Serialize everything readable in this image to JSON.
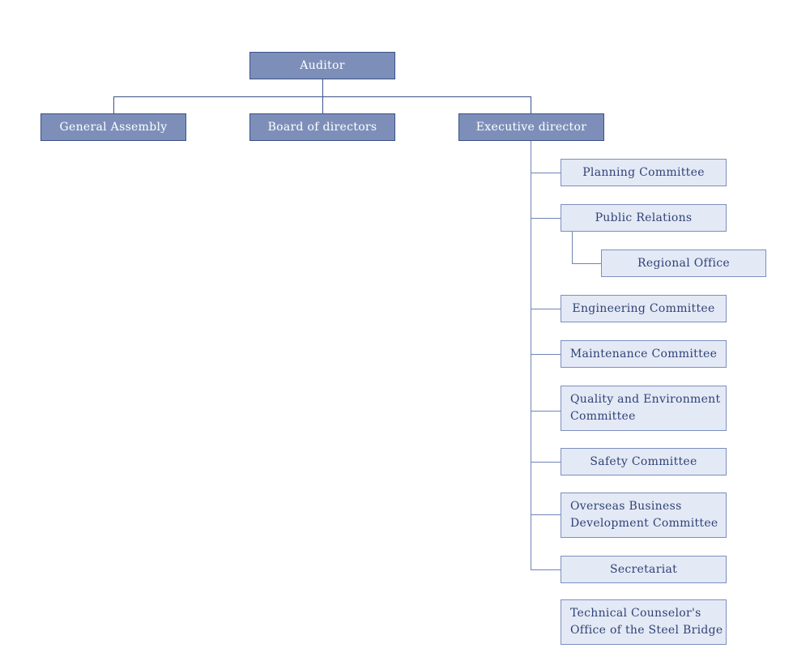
{
  "org_chart": {
    "auditor": "Auditor",
    "general_assembly": "General Assembly",
    "board_of_directors": "Board of directors",
    "executive_director": "Executive director",
    "departments": {
      "planning": "Planning Committee",
      "public_relations": "Public Relations",
      "regional_office": "Regional Office",
      "engineering": "Engineering Committee",
      "maintenance": "Maintenance Committee",
      "quality_environment": "Quality and Environment\nCommittee",
      "safety": "Safety Committee",
      "overseas": "Overseas Business\nDevelopment Committee",
      "secretariat": "Secretariat",
      "technical_counselor": "Technical Counselor's\nOffice of the Steel Bridge"
    }
  },
  "colors": {
    "top_box_fill": "#7d8fb9",
    "top_box_border": "#3b5287",
    "sub_box_fill": "#e4e9f6",
    "sub_box_border": "#7c8fbe",
    "sub_text": "#2e4375",
    "connector": "#3b5287"
  }
}
